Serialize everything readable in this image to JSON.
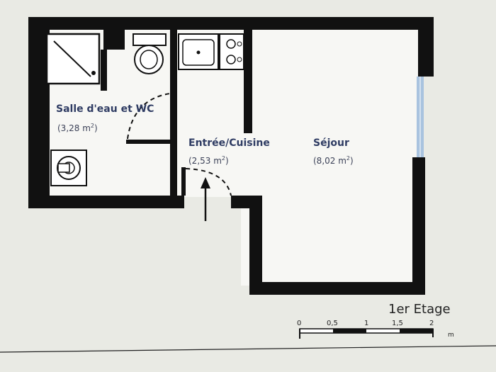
{
  "rooms": {
    "bathroom": {
      "name": "Salle d'eau et WC",
      "area": "(3,28 m",
      "sup": "2",
      "close": ")"
    },
    "entry": {
      "name": "Entrée/Cuisine",
      "area": "(2,53 m",
      "sup": "2",
      "close": ")"
    },
    "living": {
      "name": "Séjour",
      "area": "(8,02 m",
      "sup": "2",
      "close": ")"
    }
  },
  "floor_label": "1er Etage",
  "scale": {
    "ticks": [
      "0",
      "0,5",
      "1",
      "1,5",
      "2"
    ],
    "unit": "m"
  },
  "colors": {
    "wall": "#111111",
    "background": "#e9eae4",
    "room_text": "#2f3c63",
    "window": "#a9c3df"
  },
  "icons": [
    "shower-icon",
    "toilet-icon",
    "sink-icon",
    "cooktop-icon",
    "washing-machine-icon",
    "entrance-arrow-icon"
  ]
}
